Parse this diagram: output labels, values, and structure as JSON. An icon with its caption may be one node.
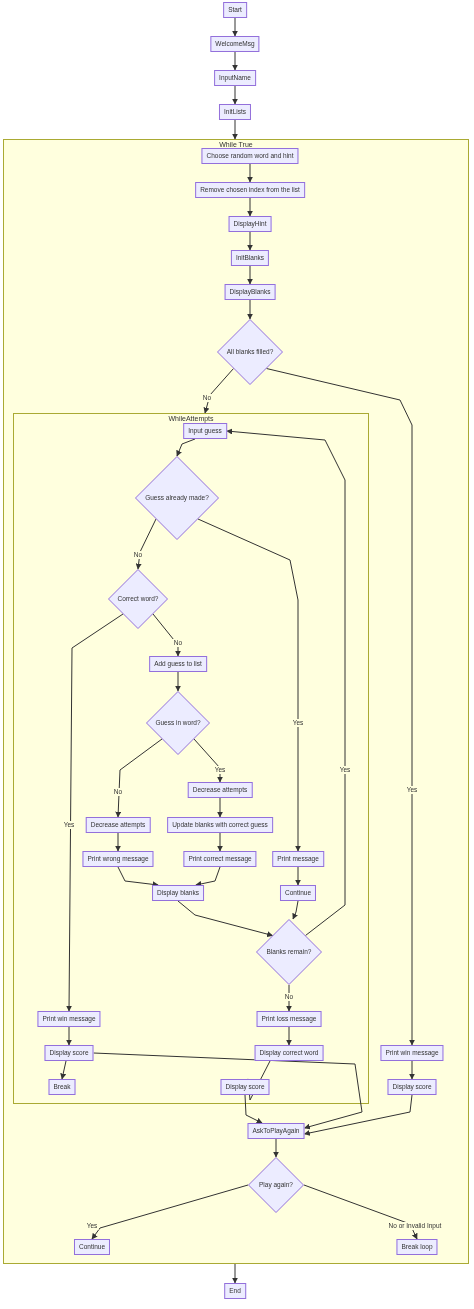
{
  "diagram": {
    "nodes": [
      {
        "text": [
          "Start"
        ]
      },
      {
        "text": [
          "WelcomeMsg"
        ]
      },
      {
        "text": [
          "InputName"
        ]
      },
      {
        "text": [
          "InitLists"
        ]
      },
      {
        "text": [
          "While True"
        ]
      },
      {
        "text": [
          "Choose random word and hint"
        ],
        "in": 4
      },
      {
        "text": [
          "Remove chosen index from the list"
        ],
        "in": 4
      },
      {
        "text": [
          "DisplayHint"
        ],
        "in": 4
      },
      {
        "text": [
          "InitBlanks"
        ],
        "in": 4
      },
      {
        "text": [
          "DisplayBlanks"
        ],
        "in": 4
      },
      {
        "text": [
          "All blanks filled?"
        ],
        "in": 4
      },
      {
        "text": [
          "WhileAttempts"
        ],
        "in": 4
      },
      {
        "text": [
          "Input guess"
        ],
        "in": 11
      },
      {
        "text": [
          "Guess already made?"
        ],
        "in": 11
      },
      {
        "text": [
          "Correct word?"
        ],
        "in": 11
      },
      {
        "text": [
          "Add guess to list"
        ],
        "in": 11
      },
      {
        "text": [
          "Guess in word?"
        ],
        "in": 11
      },
      {
        "text": [
          "Decrease attempts"
        ],
        "in": 11
      },
      {
        "text": [
          "Decrease attempts"
        ],
        "in": 11
      },
      {
        "text": [
          "Update blanks with correct guess"
        ],
        "in": 11
      },
      {
        "text": [
          "Print wrong message"
        ],
        "in": 11
      },
      {
        "text": [
          "Print correct message"
        ],
        "in": 11
      },
      {
        "text": [
          "Print message"
        ],
        "in": 11
      },
      {
        "text": [
          "Display blanks"
        ],
        "in": 11
      },
      {
        "text": [
          "Continue"
        ],
        "in": 11
      },
      {
        "text": [
          "Blanks remain?"
        ],
        "in": 11
      },
      {
        "text": [
          "Print win message"
        ],
        "in": 11
      },
      {
        "text": [
          "Print loss message"
        ],
        "in": 11
      },
      {
        "text": [
          "Display score"
        ],
        "in": 11
      },
      {
        "text": [
          "Display correct word"
        ],
        "in": 11
      },
      {
        "text": [
          "Print win message"
        ],
        "in": 4
      },
      {
        "text": [
          "Break"
        ],
        "in": 11
      },
      {
        "text": [
          "Display score"
        ],
        "in": 11
      },
      {
        "text": [
          "Display score"
        ],
        "in": 4
      },
      {
        "text": [
          "AskToPlayAgain"
        ],
        "in": 4
      },
      {
        "text": [
          "Play again?"
        ],
        "in": 4
      },
      {
        "text": [
          "Continue"
        ],
        "in": 4
      },
      {
        "text": [
          "Break loop"
        ],
        "in": 4
      },
      {
        "text": [
          "End"
        ]
      }
    ],
    "edges": [
      {
        "from": 0,
        "to": 1,
        "arrow": "to"
      },
      {
        "from": 1,
        "to": 2,
        "arrow": "to"
      },
      {
        "from": 2,
        "to": 3,
        "arrow": "to"
      },
      {
        "from": 3,
        "to": 4,
        "arrow": "to"
      },
      {
        "from": 5,
        "to": 6,
        "arrow": "to"
      },
      {
        "from": 6,
        "to": 7,
        "arrow": "to"
      },
      {
        "from": 7,
        "to": 8,
        "arrow": "to"
      },
      {
        "from": 8,
        "to": 9,
        "arrow": "to"
      },
      {
        "from": 9,
        "to": 10,
        "arrow": "to"
      },
      {
        "from": 10,
        "to": 11,
        "arrow": "to",
        "label": "No"
      },
      {
        "from": 10,
        "to": 30,
        "arrow": "to",
        "label": "Yes"
      },
      {
        "from": 12,
        "to": 13,
        "arrow": "to"
      },
      {
        "from": 13,
        "to": 14,
        "arrow": "to",
        "label": "No"
      },
      {
        "from": 13,
        "to": 22,
        "arrow": "to",
        "label": "Yes"
      },
      {
        "from": 14,
        "to": 15,
        "arrow": "to",
        "label": "No"
      },
      {
        "from": 14,
        "to": 26,
        "arrow": "to",
        "label": "Yes"
      },
      {
        "from": 15,
        "to": 16,
        "arrow": "to"
      },
      {
        "from": 16,
        "to": 18,
        "arrow": "to",
        "label": "No"
      },
      {
        "from": 16,
        "to": 17,
        "arrow": "to",
        "label": "Yes"
      },
      {
        "from": 17,
        "to": 19,
        "arrow": "to"
      },
      {
        "from": 18,
        "to": 20,
        "arrow": "to"
      },
      {
        "from": 19,
        "to": 21,
        "arrow": "to"
      },
      {
        "from": 20,
        "to": 23,
        "arrow": "to"
      },
      {
        "from": 21,
        "to": 23,
        "arrow": "to"
      },
      {
        "from": 22,
        "to": 24,
        "arrow": "to"
      },
      {
        "from": 23,
        "to": 25,
        "arrow": "to"
      },
      {
        "from": 24,
        "to": 25,
        "arrow": "to"
      },
      {
        "from": 25,
        "to": 12,
        "arrow": "to",
        "label": "Yes"
      },
      {
        "from": 25,
        "to": 27,
        "arrow": "to",
        "label": "No"
      },
      {
        "from": 26,
        "to": 28,
        "arrow": "to"
      },
      {
        "from": 27,
        "to": 29,
        "arrow": "to"
      },
      {
        "from": 30,
        "to": 33,
        "arrow": "to"
      },
      {
        "from": 28,
        "to": 31,
        "arrow": "to"
      },
      {
        "from": 28,
        "to": 34,
        "arrow": "to"
      },
      {
        "from": 29,
        "to": 32,
        "arrow": "to"
      },
      {
        "from": 32,
        "to": 34,
        "arrow": "to"
      },
      {
        "from": 33,
        "to": 34,
        "arrow": "to"
      },
      {
        "from": 34,
        "to": 35,
        "arrow": "to"
      },
      {
        "from": 35,
        "to": 36,
        "arrow": "to",
        "label": "Yes"
      },
      {
        "from": 35,
        "to": 37,
        "arrow": "to",
        "label": "No or Invalid Input"
      },
      {
        "from": 4,
        "to": 38,
        "arrow": "to"
      }
    ]
  }
}
